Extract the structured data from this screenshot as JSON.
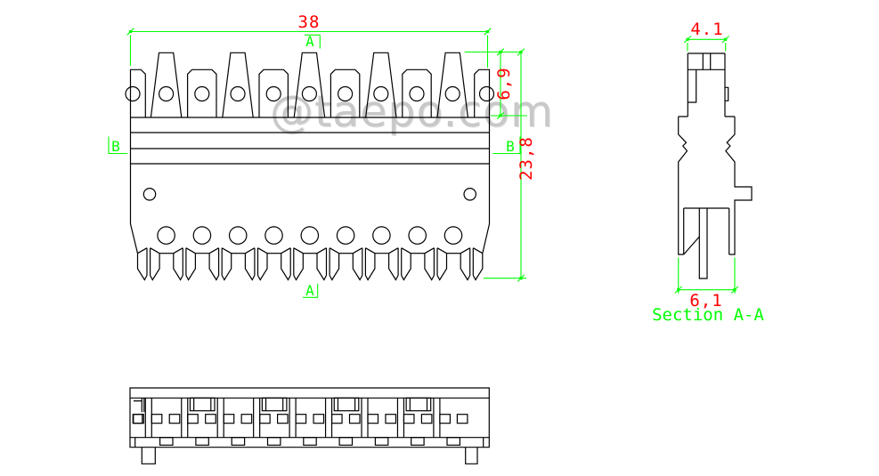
{
  "drawing": {
    "watermark": "@taepo.com",
    "front_view": {
      "dim_width": "38",
      "dim_contact_height": "6,9",
      "dim_total_height": "23,8",
      "cut_label_top": "A",
      "cut_label_bottom": "A",
      "cut_label_left": "B",
      "cut_label_right": "B"
    },
    "section_view": {
      "title": "Section A-A",
      "dim_top_width": "4.1",
      "dim_bottom_width": "6,1"
    },
    "colors": {
      "outline": "#000000",
      "dimension": "#00ff00",
      "dimension_text": "#ff0000",
      "watermark": "#c8c8c8"
    }
  }
}
